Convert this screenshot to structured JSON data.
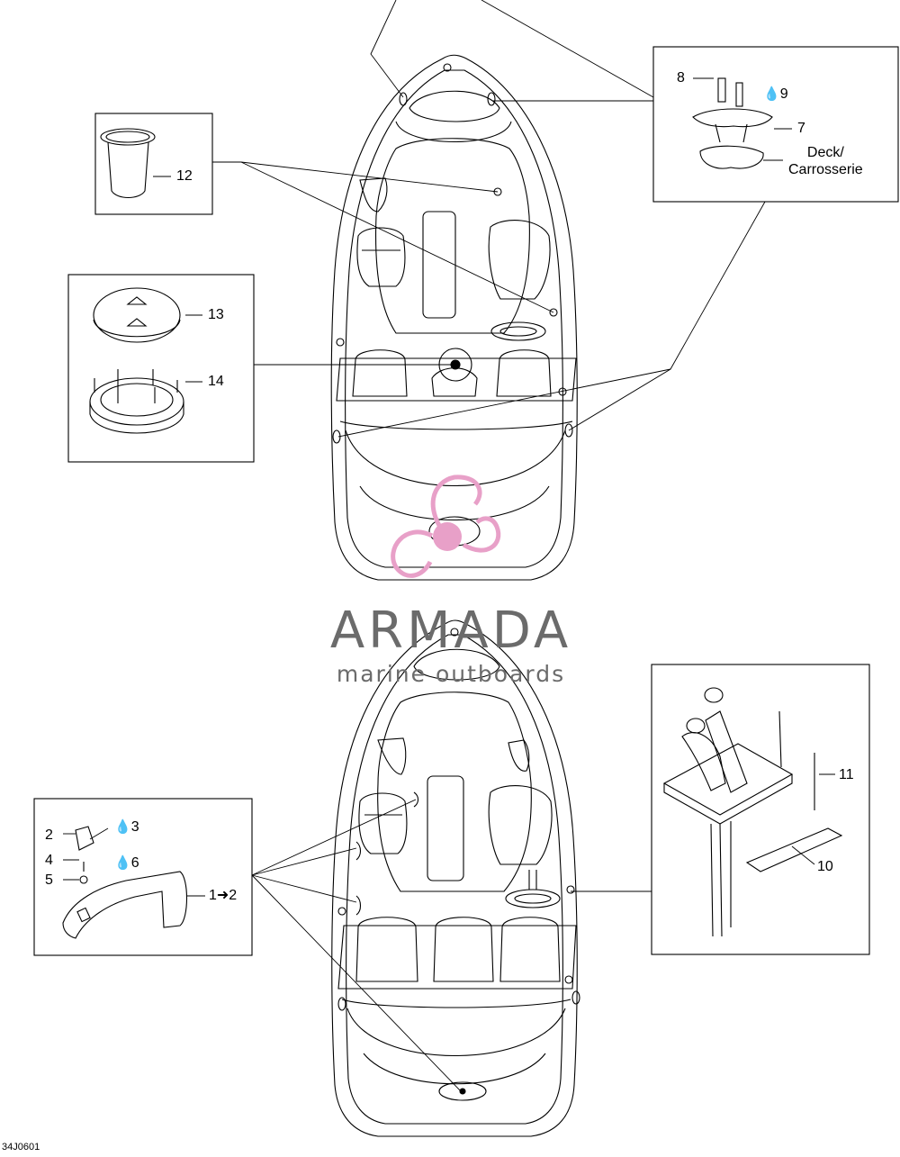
{
  "figure_id": "34J0601",
  "watermark": {
    "title": "ARMADA",
    "subtitle": "marine outboards",
    "accent_color": "#e8a0c8",
    "text_color": "#6b6b6b"
  },
  "deck_label": {
    "line1": "Deck/",
    "line2": "Carrosserie"
  },
  "callouts": {
    "c1_2": "1➜2",
    "c2": "2",
    "c3": "3",
    "c4": "4",
    "c5": "5",
    "c6": "6",
    "c7": "7",
    "c8": "8",
    "c9": "9",
    "c10": "10",
    "c11": "11",
    "c12": "12",
    "c13": "13",
    "c14": "14"
  },
  "icons": {
    "adhesive": "drop-icon"
  }
}
